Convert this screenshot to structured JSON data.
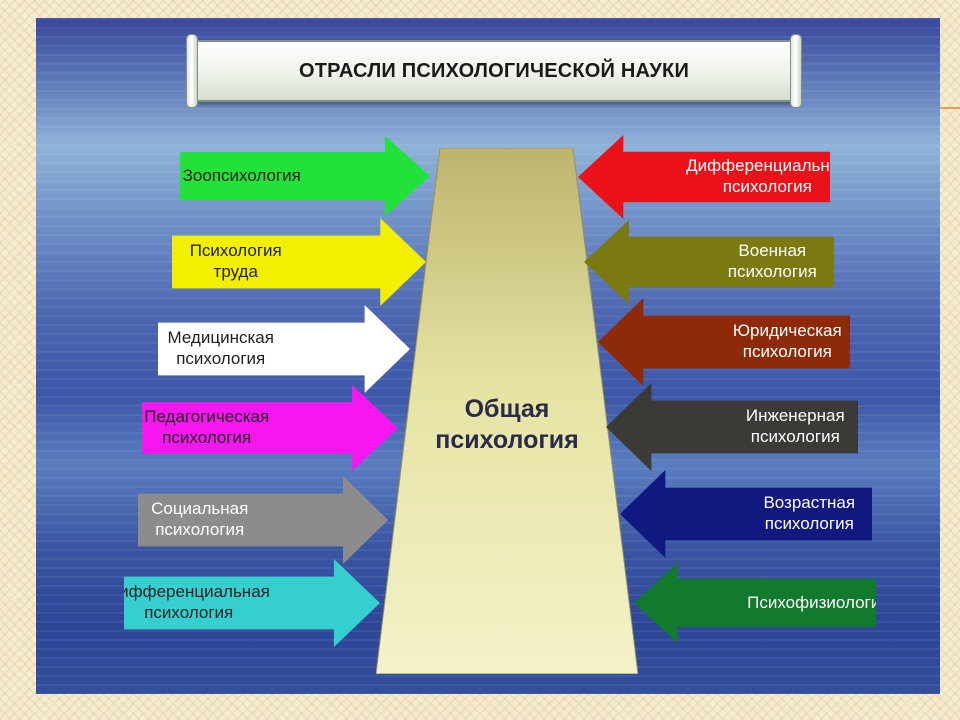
{
  "title": "ОТРАСЛИ ПСИХОЛОГИЧЕСКОЙ НАУКИ",
  "center": {
    "label": "Общая\nпсихология"
  },
  "left_branches": [
    {
      "label": "Зоопсихология",
      "color": "#22e23a",
      "text_color": "#222222"
    },
    {
      "label": "Психология\nтруда",
      "color": "#f2f000",
      "text_color": "#222222"
    },
    {
      "label": "Медицинская\nпсихология",
      "color": "#ffffff",
      "text_color": "#222222"
    },
    {
      "label": "Педагогическая\nпсихология",
      "color": "#f516f0",
      "text_color": "#222222"
    },
    {
      "label": "Социальная\nпсихология",
      "color": "#8c8c8c",
      "text_color": "#ffffff"
    },
    {
      "label": "Дифференциальная\nпсихология",
      "color": "#36cfcf",
      "text_color": "#222222"
    }
  ],
  "right_branches": [
    {
      "label": "Дифференциальная\nпсихология",
      "color": "#ea1218",
      "text_color": "#ffffff"
    },
    {
      "label": "Военная\nпсихология",
      "color": "#7b7a10",
      "text_color": "#ffffff"
    },
    {
      "label": "Юридическая\nпсихология",
      "color": "#8e2a08",
      "text_color": "#ffffff"
    },
    {
      "label": "Инженерная\nпсихология",
      "color": "#3b3a36",
      "text_color": "#ffffff"
    },
    {
      "label": "Возрастная\nпсихология",
      "color": "#111880",
      "text_color": "#ffffff"
    },
    {
      "label": "Психофизиология",
      "color": "#127a2d",
      "text_color": "#ffffff"
    }
  ]
}
